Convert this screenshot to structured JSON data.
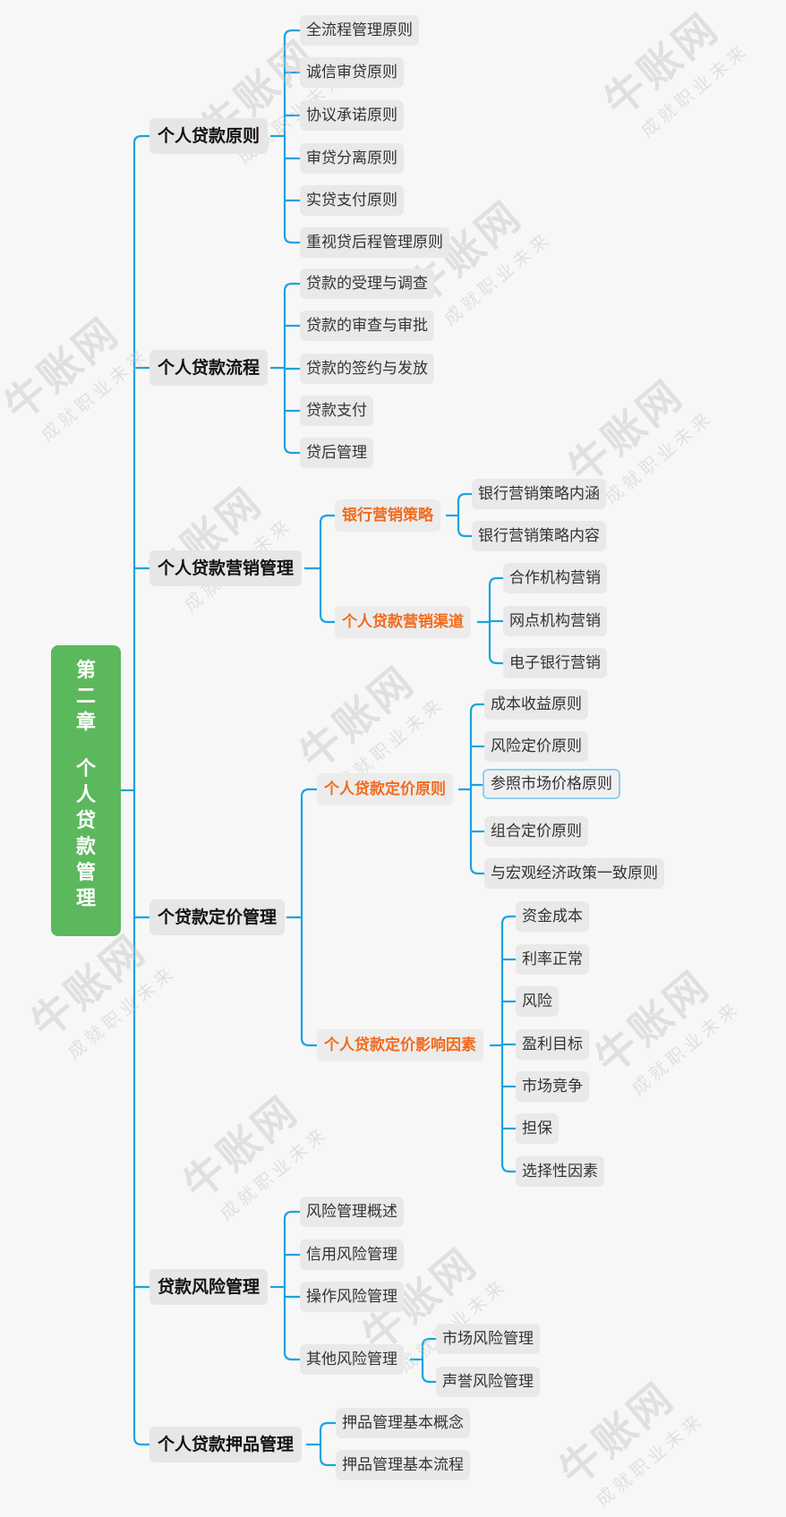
{
  "root": {
    "line1": "第二章",
    "line2": "个人贷款管理"
  },
  "watermark": {
    "brand": "牛账网",
    "slogan": "成就职业未来"
  },
  "colors": {
    "line": "#1aa3e0",
    "root": "#5cb85c",
    "subtopic": "#f26b1d"
  },
  "branches": {
    "b1": {
      "label": "个人贷款原则",
      "items": [
        "全流程管理原则",
        "诚信审贷原则",
        "协议承诺原则",
        "审贷分离原则",
        "实贷支付原则",
        "重视贷后程管理原则"
      ]
    },
    "b2": {
      "label": "个人贷款流程",
      "items": [
        "贷款的受理与调查",
        "贷款的审查与审批",
        "贷款的签约与发放",
        "贷款支付",
        "贷后管理"
      ]
    },
    "b3": {
      "label": "个人贷款营销管理",
      "s1": {
        "label": "银行营销策略",
        "items": [
          "银行营销策略内涵",
          "银行营销策略内容"
        ]
      },
      "s2": {
        "label": "个人贷款营销渠道",
        "items": [
          "合作机构营销",
          "网点机构营销",
          "电子银行营销"
        ]
      }
    },
    "b4": {
      "label": "个贷款定价管理",
      "s1": {
        "label": "个人贷款定价原则",
        "items": [
          "成本收益原则",
          "风险定价原则",
          "参照市场价格原则",
          "组合定价原则",
          "与宏观经济政策一致原则"
        ]
      },
      "s2": {
        "label": "个人贷款定价影响因素",
        "items": [
          "资金成本",
          "利率正常",
          "风险",
          "盈利目标",
          "市场竞争",
          "担保",
          "选择性因素"
        ]
      }
    },
    "b5": {
      "label": "贷款风险管理",
      "items": [
        "风险管理概述",
        "信用风险管理",
        "操作风险管理"
      ],
      "s1": {
        "label": "其他风险管理",
        "items": [
          "市场风险管理",
          "声誉风险管理"
        ]
      }
    },
    "b6": {
      "label": "个人贷款押品管理",
      "items": [
        "押品管理基本概念",
        "押品管理基本流程"
      ]
    }
  }
}
